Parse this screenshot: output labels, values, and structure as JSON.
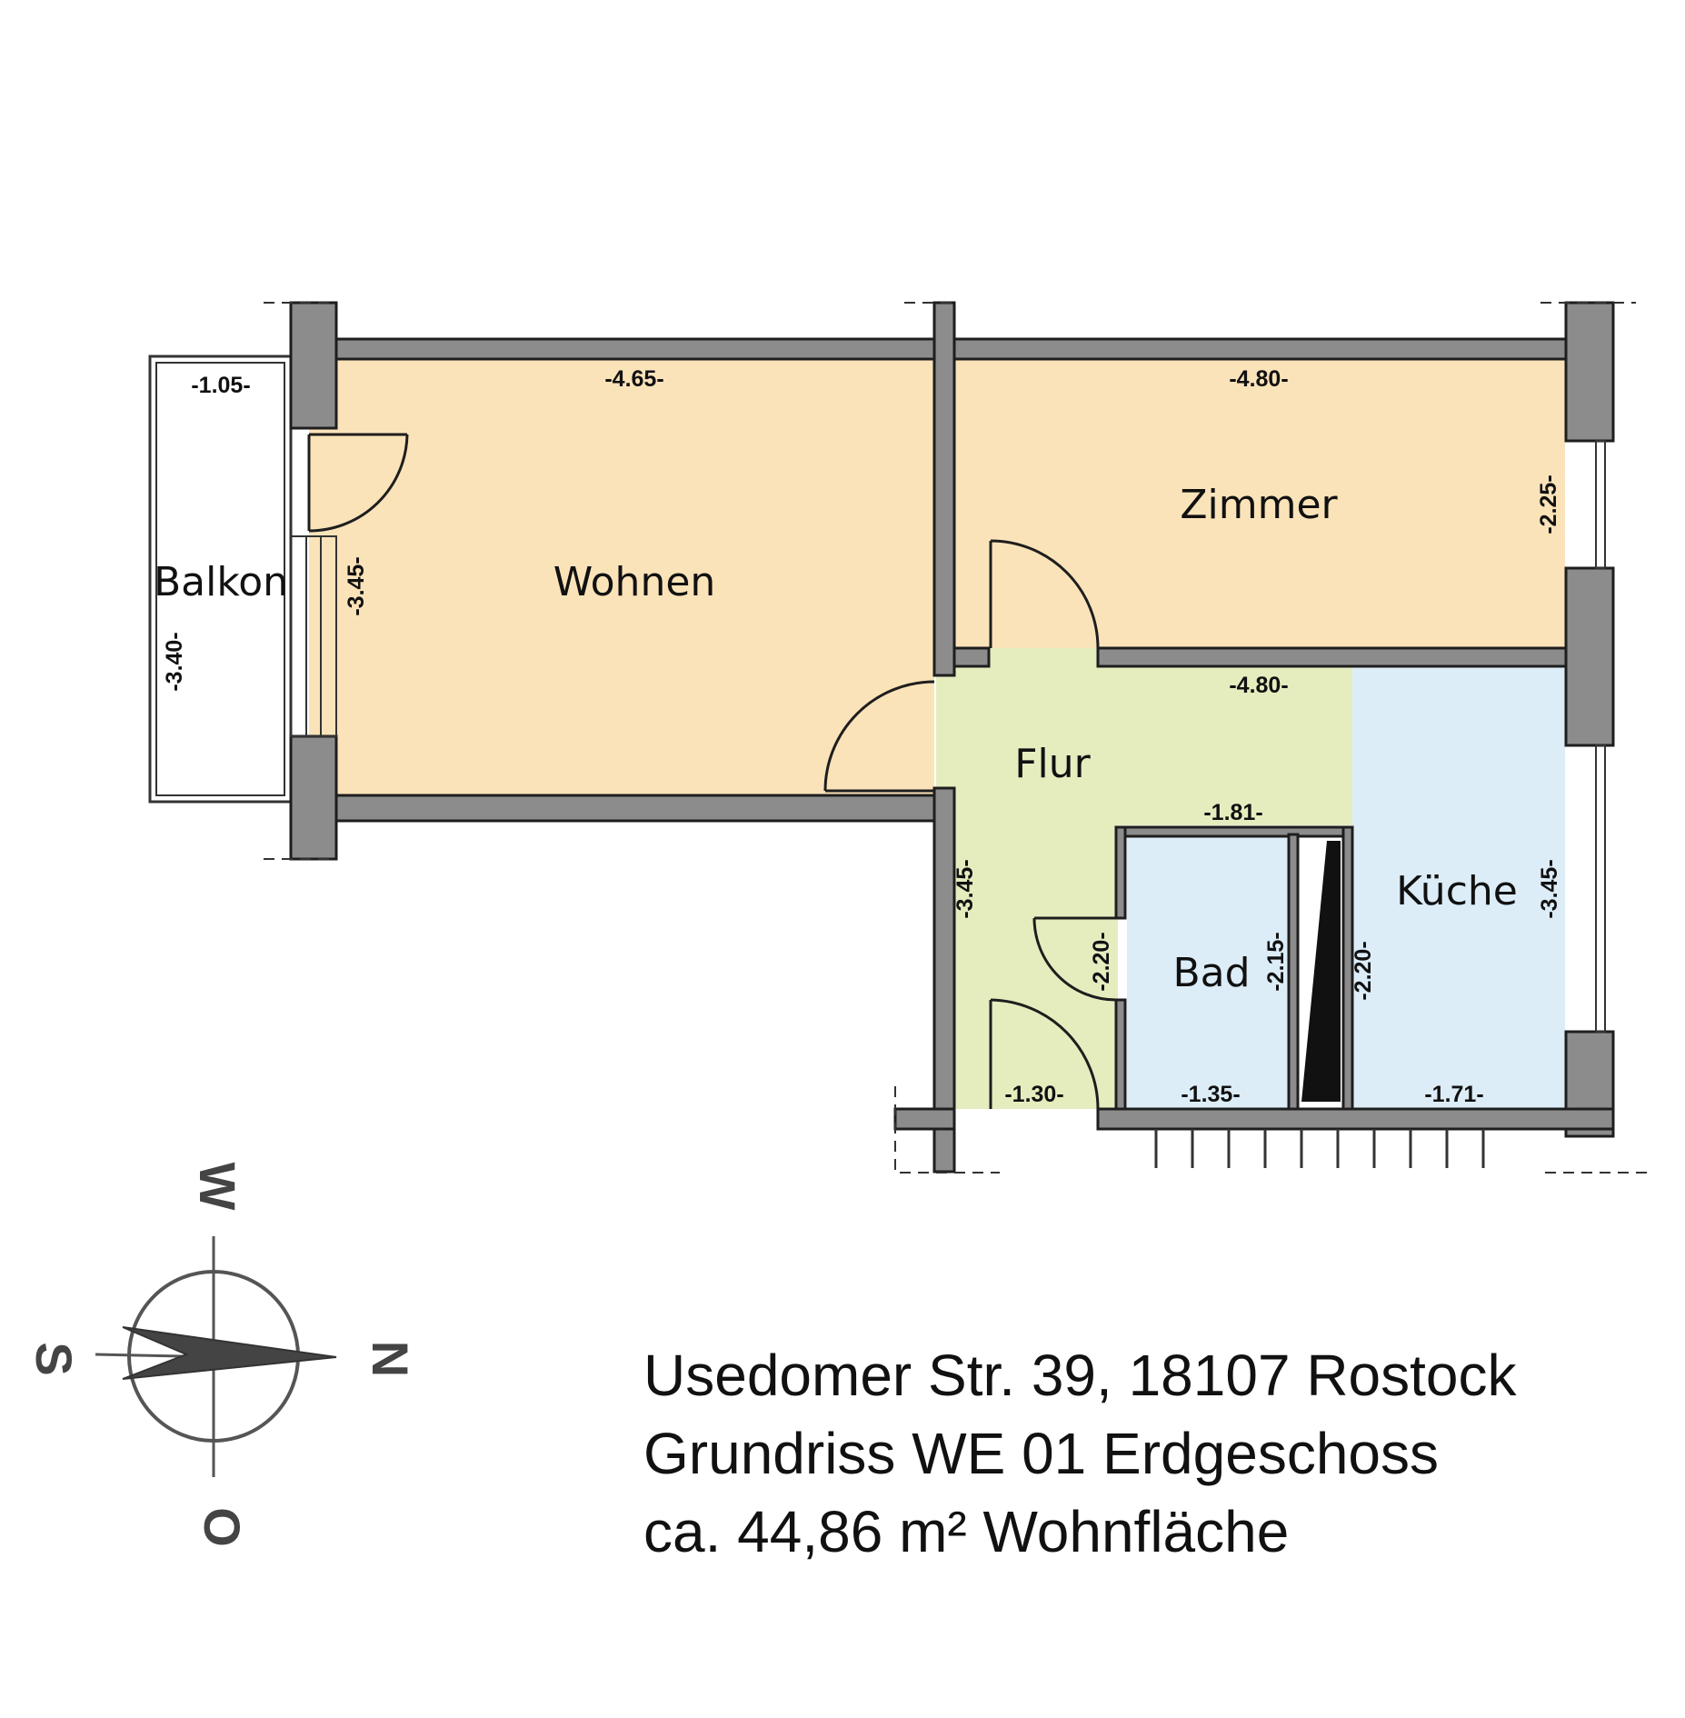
{
  "colors": {
    "living_fill": "#fbe3b9",
    "hall_fill": "#e5edbf",
    "wet_fill": "#dcedf8",
    "wall": "#8c8c8c",
    "wall_stroke": "#1e1e1e"
  },
  "rooms": {
    "balkon": "Balkon",
    "wohnen": "Wohnen",
    "zimmer": "Zimmer",
    "flur": "Flur",
    "kueche": "Küche",
    "bad": "Bad"
  },
  "dimensions": {
    "balkon_width": "-1.05-",
    "balkon_depth": "-3.40-",
    "wohnen_width": "-4.65-",
    "wohnen_depth": "-3.45-",
    "zimmer_width": "-4.80-",
    "zimmer_depth": "-2.25-",
    "flur_width": "-4.80-",
    "flur_depth": "-3.45-",
    "flur_bottom": "-1.30-",
    "bad_top": "-1.81-",
    "bad_left": "-2.20-",
    "bad_bottom": "-1.35-",
    "bad_depth": "-2.15-",
    "kueche_left": "-2.20-",
    "kueche_depth": "-3.45-",
    "kueche_bottom": "-1.71-"
  },
  "compass": {
    "north": "N",
    "south": "S",
    "west": "W",
    "east": "O"
  },
  "info": {
    "address": "Usedomer Str. 39, 18107 Rostock",
    "plan_title": "Grundriss WE 01 Erdgeschoss",
    "area": "ca. 44,86 m² Wohnfläche"
  }
}
